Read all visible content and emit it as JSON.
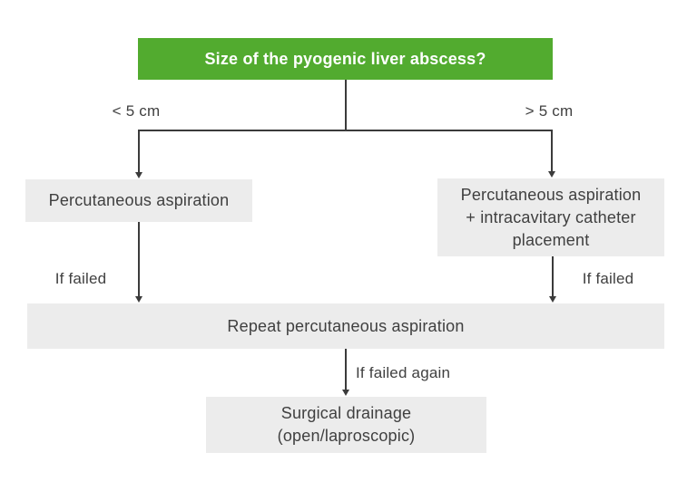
{
  "colors": {
    "root_node_bg": "#52ab2f",
    "root_node_text": "#ffffff",
    "process_node_bg": "#ececec",
    "text": "#404040",
    "connector": "#3b3b3b",
    "background": "#ffffff"
  },
  "nodes": {
    "root": {
      "label": "Size of the pyogenic liver abscess?"
    },
    "left": {
      "label": "Percutaneous aspiration"
    },
    "right": {
      "line1": "Percutaneous aspiration",
      "line2": "+ intracavitary catheter",
      "line3": "placement"
    },
    "merge": {
      "label": "Repeat percutaneous aspiration"
    },
    "final": {
      "line1": "Surgical drainage",
      "line2": "(open/laproscopic)"
    }
  },
  "edges": {
    "left_condition": "< 5 cm",
    "right_condition": "> 5 cm",
    "left_fail": "If failed",
    "right_fail": "If failed",
    "final_fail": "If failed again"
  }
}
